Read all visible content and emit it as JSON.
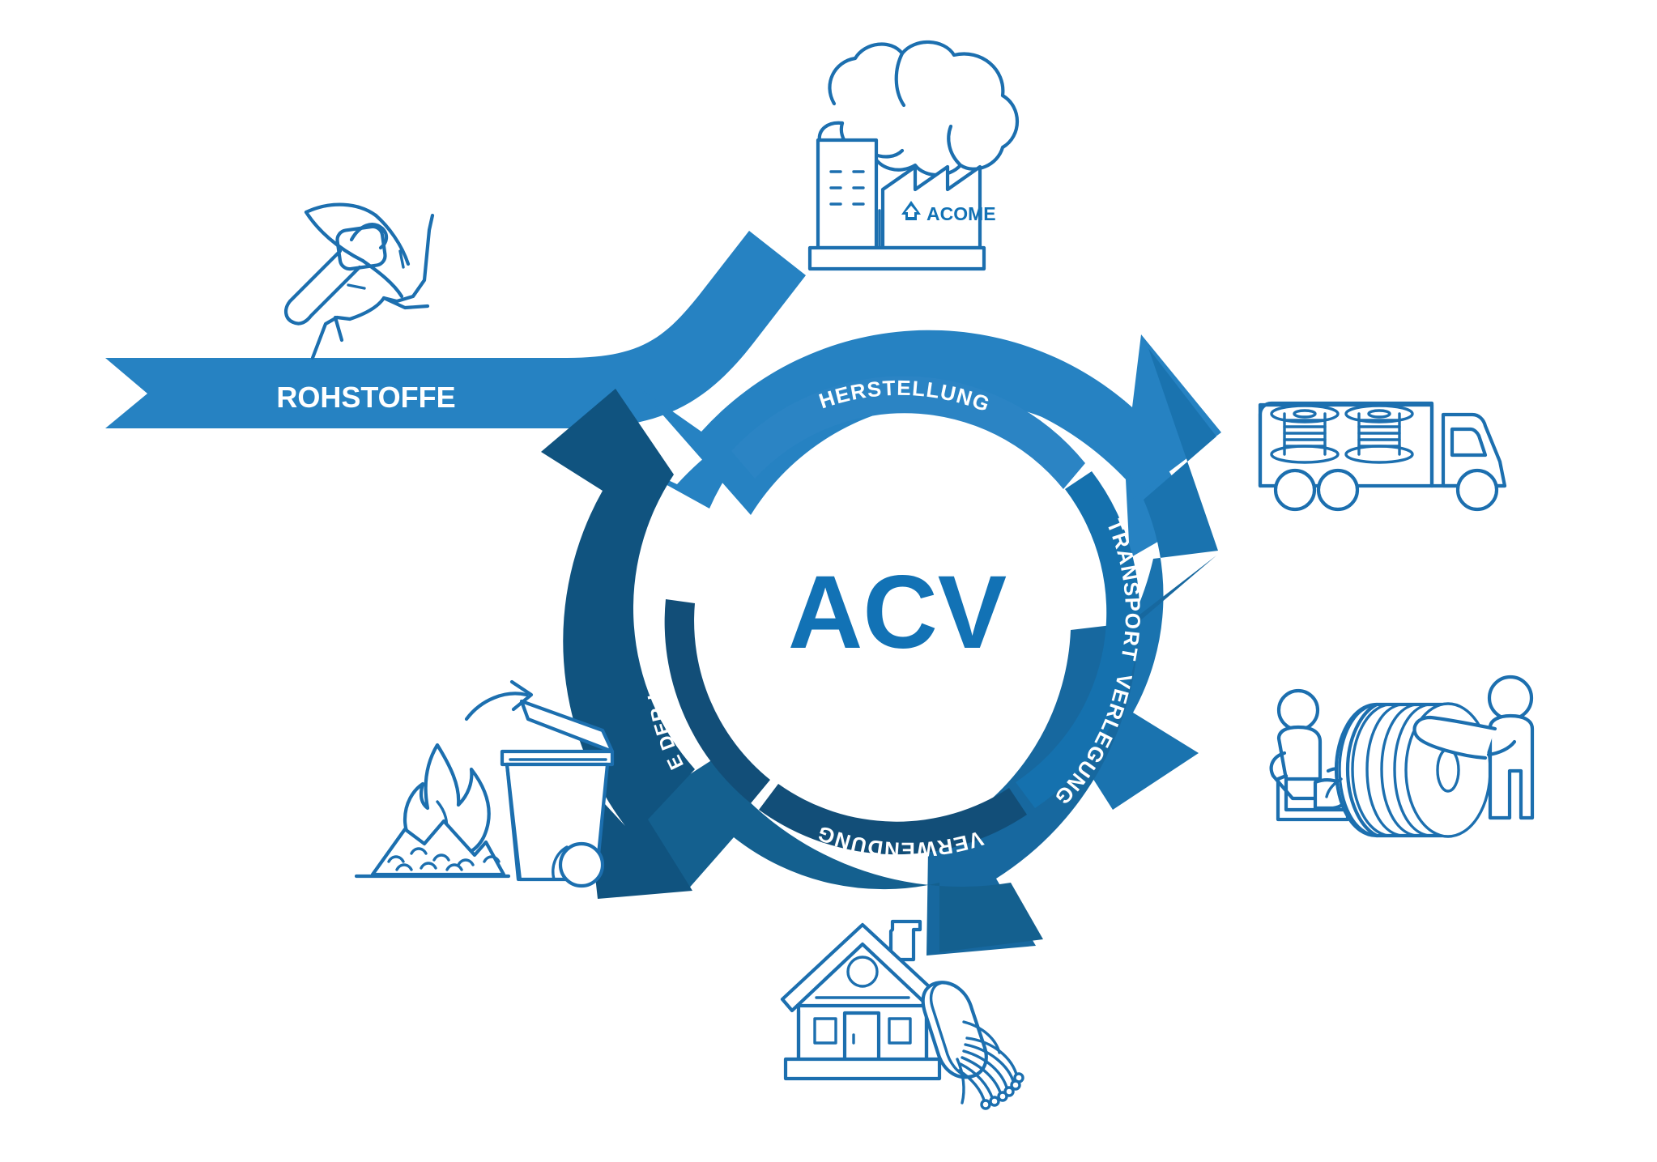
{
  "diagram": {
    "title": "ACV",
    "center_label": "ACV",
    "entry_ribbon": {
      "label": "ROHSTOFFE",
      "icon": "pickaxe-mining-icon"
    },
    "colors": {
      "outer_light": "#2682C2",
      "outer_mid": "#1A73AF",
      "outer_dark": "#10537F",
      "inner_light": "#2B84C4",
      "inner_mid": "#1571AE",
      "inner_dark": "#15608F",
      "inner_darkest": "#124E78",
      "line": "#1C6FAF",
      "center_text": "#1272B5",
      "label_text": "#FFFFFF",
      "background": "#FFFFFF"
    },
    "stages": [
      {
        "id": "herstellung",
        "label": "HERSTELLUNG",
        "icon": "factory-smokestack-icon",
        "icon_brand": "ACOME",
        "arc_color": "#2B84C4",
        "outer_color": "#2682C2"
      },
      {
        "id": "transport",
        "label": "TRANSPORT",
        "icon": "truck-with-cable-spools-icon",
        "arc_color": "#1571AE",
        "outer_color": "#1A73AF"
      },
      {
        "id": "verlegung",
        "label": "VERLEGUNG",
        "icon": "workers-cable-drum-icon",
        "arc_color": "#15608F",
        "outer_color": "#17689F"
      },
      {
        "id": "verwendung",
        "label": "VERWENDUNG",
        "icon": "house-fiber-cable-icon",
        "arc_color": "#124E78",
        "outer_color": "#14608F"
      },
      {
        "id": "ende-der-lebensdauer",
        "label": "ENDE DER LEBENSDAUER",
        "icon": "waste-bin-incineration-icon",
        "arc_color": "#124E78",
        "outer_color": "#10537F"
      }
    ],
    "brand": {
      "wordmark": "ACOME"
    }
  }
}
